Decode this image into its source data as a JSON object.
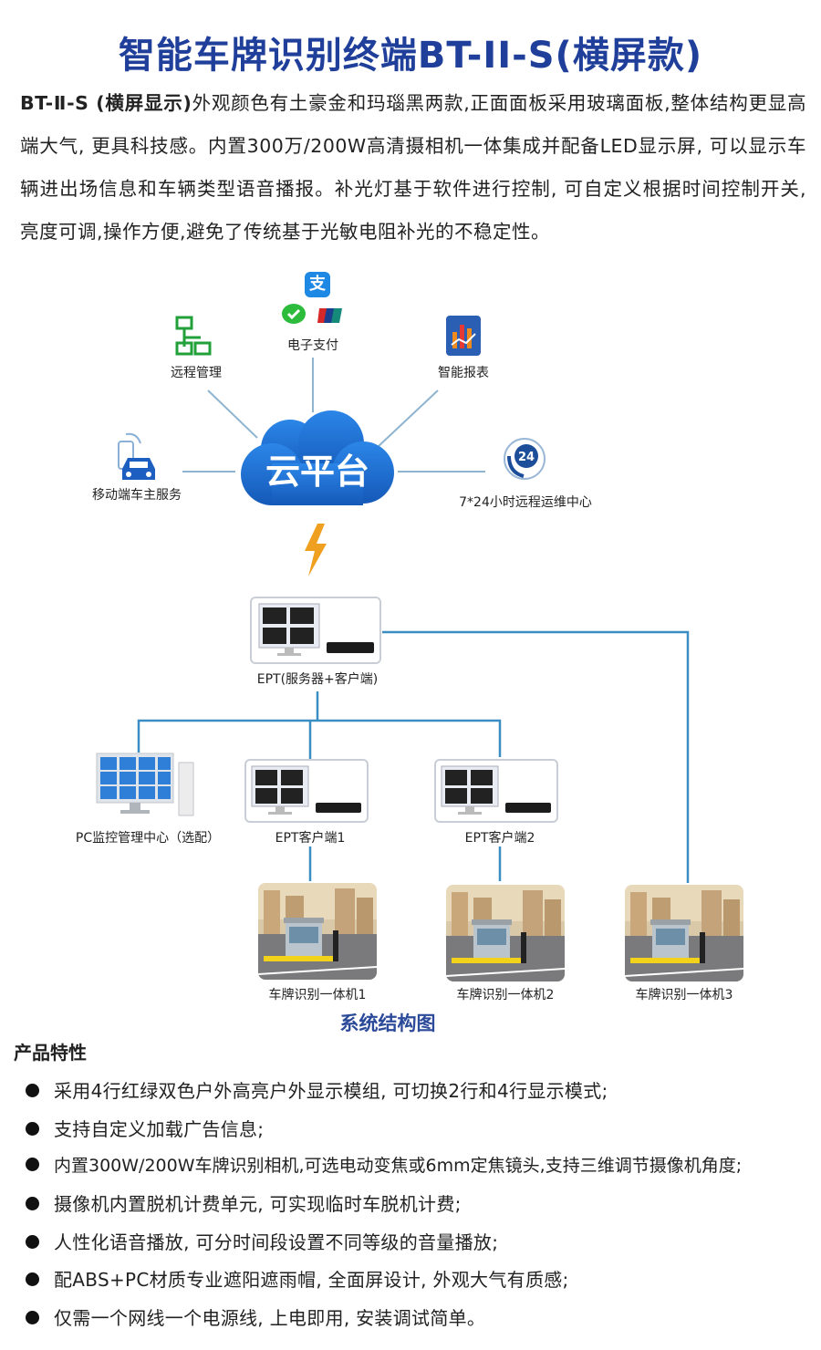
{
  "title": "智能车牌识别终端BT-II-S(横屏款)",
  "intro": {
    "lead": "BT-Ⅱ-S (横屏显示)",
    "text": "外观颜色有土豪金和玛瑙黑两款,正面面板采用玻璃面板,整体结构更显高端大气, 更具科技感。内置300万/200W高清摄相机一体集成并配备LED显示屏, 可以显示车辆进出场信息和车辆类型语音播报。补光灯基于软件进行控制, 可自定义根据时间控制开关, 亮度可调,操作方便,避免了传统基于光敏电阻补光的不稳定性。"
  },
  "diagram": {
    "cloud_label": "云平台",
    "services": {
      "remote": "远程管理",
      "payment": "电子支付",
      "report": "智能报表",
      "mobile": "移动端车主服务",
      "support": "7*24小时远程运维中心"
    },
    "server_label": "EPT(服务器+客户端)",
    "pc_label": "PC监控管理中心（选配）",
    "client1_label": "EPT客户端1",
    "client2_label": "EPT客户端2",
    "terminal1_label": "车牌识别一体机1",
    "terminal2_label": "车牌识别一体机2",
    "terminal3_label": "车牌识别一体机3",
    "caption": "系统结构图"
  },
  "features": {
    "title": "产品特性",
    "items": [
      "采用4行红绿双色户外高亮户外显示模组, 可切换2行和4行显示模式;",
      "支持自定义加载广告信息;",
      "内置300W/200W车牌识别相机,可选电动变焦或6mm定焦镜头,支持三维调节摄像机角度;",
      "摄像机内置脱机计费单元, 可实现临时车脱机计费;",
      "人性化语音播放, 可分时间段设置不同等级的音量播放;",
      "配ABS+PC材质专业遮阳遮雨帽, 全面屏设计, 外观大气有质感;",
      "仅需一个网线一个电源线, 上电即用, 安装调试简单。"
    ]
  },
  "colors": {
    "title": "#1f3f9a",
    "cloud": "#1c6bd0",
    "line": "#6aa0c8",
    "bolt": "#f0a020"
  }
}
